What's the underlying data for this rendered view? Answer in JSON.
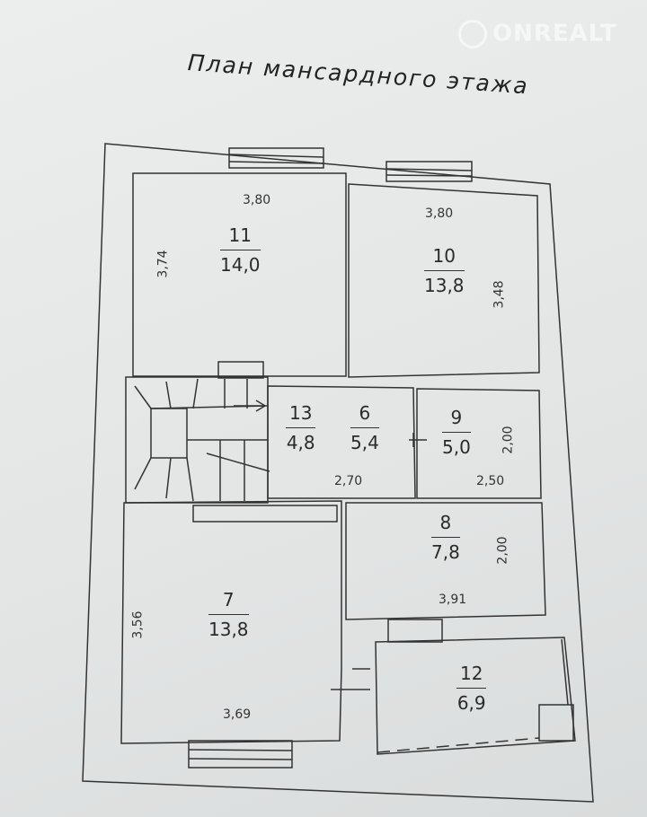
{
  "title": "План мансардного этажа",
  "watermark": "ONREALT",
  "rooms": [
    {
      "number": "11",
      "area": "14,0",
      "width": "3,80",
      "depth": "3,74"
    },
    {
      "number": "10",
      "area": "13,8",
      "width": "3,80",
      "depth": "3,48"
    },
    {
      "number": "13",
      "area": "4,8"
    },
    {
      "number": "6",
      "area": "5,4",
      "width": "2,70"
    },
    {
      "number": "9",
      "area": "5,0",
      "width": "2,50",
      "depth": "2,00"
    },
    {
      "number": "8",
      "area": "7,8",
      "width": "3,91",
      "depth": "2,00"
    },
    {
      "number": "7",
      "area": "13,8",
      "width": "3,69",
      "depth": "3,56"
    },
    {
      "number": "12",
      "area": "6,9"
    }
  ]
}
